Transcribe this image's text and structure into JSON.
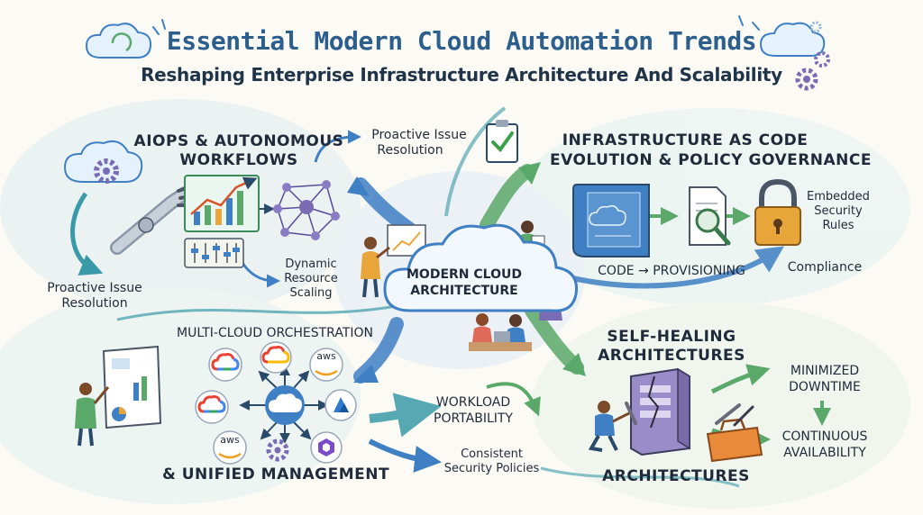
{
  "title": "Essential Modern Cloud Automation Trends",
  "subtitle": "Reshaping Enterprise Infrastructure Architecture And Scalability",
  "center": {
    "label_line1": "MODERN CLOUD",
    "label_line2": "ARCHITECTURE"
  },
  "aiops": {
    "heading_line1": "AIOPS & AUTONOMOUS",
    "heading_line2": "WORKFLOWS",
    "proactive_top_line1": "Proactive Issue",
    "proactive_top_line2": "Resolution",
    "proactive_left_line1": "Proactive Issue",
    "proactive_left_line2": "Resolution",
    "dynamic_line1": "Dynamic",
    "dynamic_line2": "Resource",
    "dynamic_line3": "Scaling"
  },
  "iac": {
    "heading_line1": "INFRASTRUCTURE AS CODE",
    "heading_line2": "EVOLUTION & POLICY GOVERNANCE",
    "code_provisioning": "CODE → PROVISIONING",
    "embedded_line1": "Embedded",
    "embedded_line2": "Security",
    "embedded_line3": "Rules",
    "compliance": "Compliance"
  },
  "multicloud": {
    "heading_top": "MULTI-CLOUD ORCHESTRATION",
    "heading_bottom": "& UNIFIED MANAGEMENT",
    "portability_line1": "WORKLOAD",
    "portability_line2": "PORTABILITY",
    "consistent_line1": "Consistent",
    "consistent_line2": "Security Policies",
    "aws_label": "aws"
  },
  "selfheal": {
    "heading_line1": "SELF-HEALING",
    "heading_line2": "ARCHITECTURES",
    "heading_bottom": "ARCHITECTURES",
    "minimized_line1": "MINIMIZED",
    "minimized_line2": "DOWNTIME",
    "continuous_line1": "CONTINUOUS",
    "continuous_line2": "AVAILABILITY"
  },
  "colors": {
    "title": "#2c5f8d",
    "blue_arrow": "#3f7fc4",
    "green_arrow": "#5aa86a",
    "teal_stroke": "#3a9aa8",
    "purple_gear": "#7a6bb5",
    "gold_lock": "#e7a53a"
  },
  "icons": [
    "cloud-icon",
    "gear-icon",
    "robot-hand-icon",
    "chart-icon",
    "network-icon",
    "clipboard-check-icon",
    "blueprint-icon",
    "magnifier-icon",
    "lock-icon",
    "google-cloud-icon",
    "aws-icon",
    "azure-icon",
    "server-icon",
    "toolbox-icon",
    "person-icon"
  ]
}
